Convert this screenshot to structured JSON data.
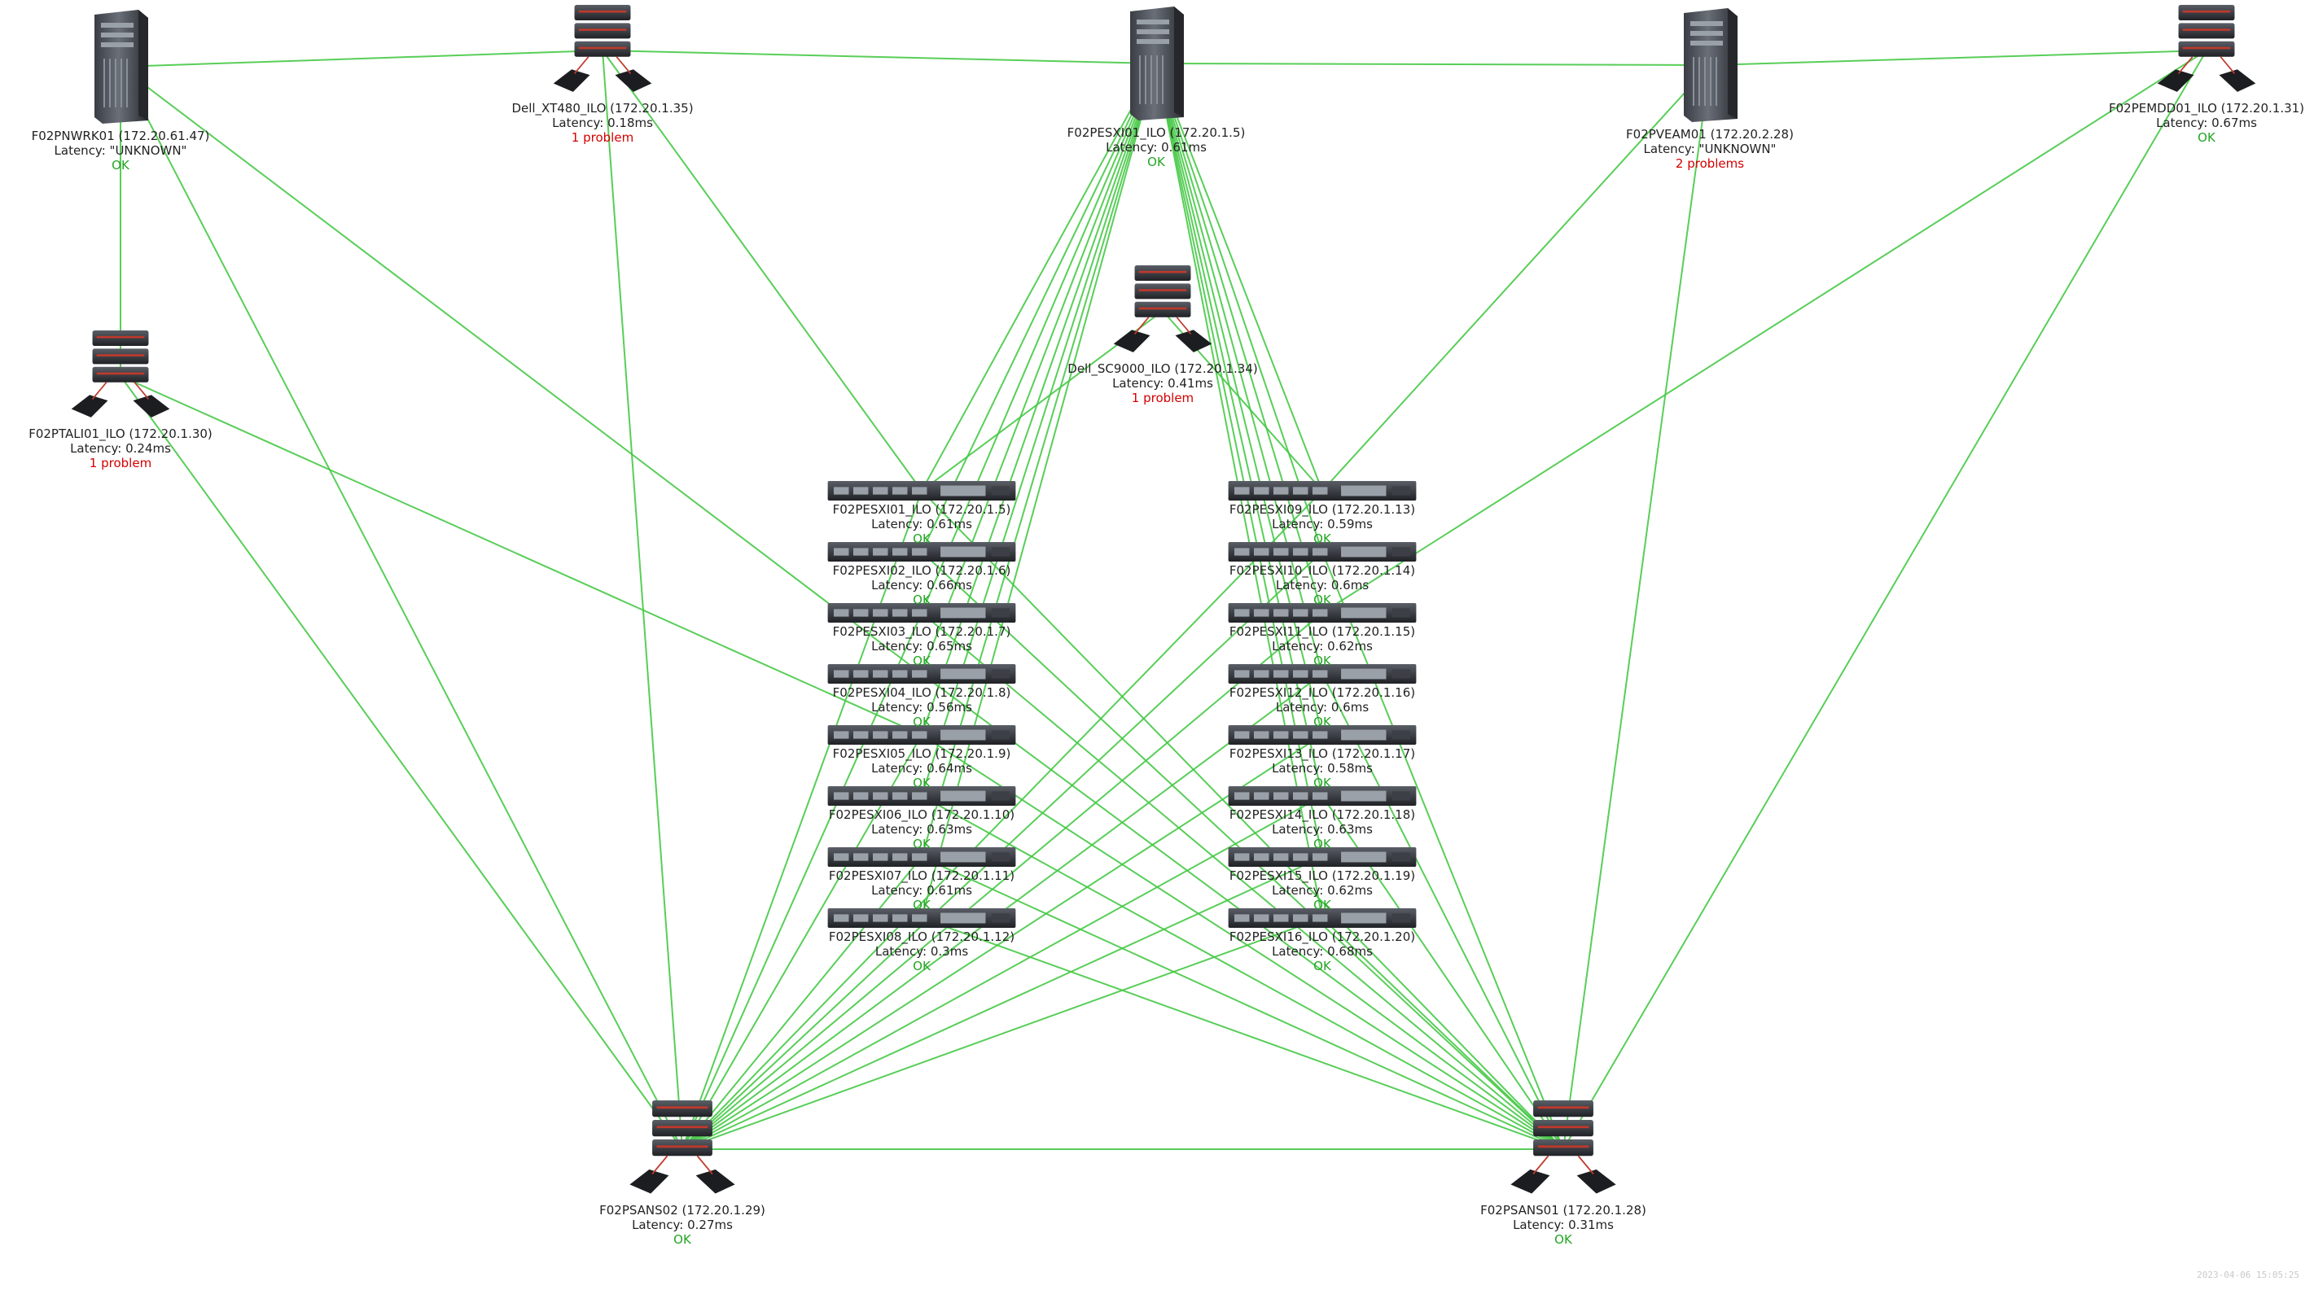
{
  "colors": {
    "link": "#46c946",
    "ok": "#23a523",
    "problem": "#d40000"
  },
  "timestamp": "2023-04-06 15:05:25",
  "nodes": [
    {
      "id": "nwrk",
      "icon": "tower-server-icon",
      "name": "F02PNWRK01 (172.20.61.47)",
      "latency": "Latency: \"UNKNOWN\"",
      "status": "OK",
      "ok": true
    },
    {
      "id": "xt480",
      "icon": "storage-array-icon",
      "name": "Dell_XT480_ILO (172.20.1.35)",
      "latency": "Latency: 0.18ms",
      "status": "1 problem",
      "ok": false
    },
    {
      "id": "esxtop",
      "icon": "tower-server-icon",
      "name": "F02PESXI01_ILO (172.20.1.5)",
      "latency": "Latency: 0.61ms",
      "status": "OK",
      "ok": true
    },
    {
      "id": "veam",
      "icon": "tower-server-icon",
      "name": "F02PVEAM01 (172.20.2.28)",
      "latency": "Latency: \"UNKNOWN\"",
      "status": "2 problems",
      "ok": false
    },
    {
      "id": "emdd",
      "icon": "storage-array-icon",
      "name": "F02PEMDD01_ILO (172.20.1.31)",
      "latency": "Latency: 0.67ms",
      "status": "OK",
      "ok": true
    },
    {
      "id": "tali",
      "icon": "storage-array-icon",
      "name": "F02PTALI01_ILO (172.20.1.30)",
      "latency": "Latency: 0.24ms",
      "status": "1 problem",
      "ok": false
    },
    {
      "id": "sc9000",
      "icon": "storage-array-icon",
      "name": "Dell_SC9000_ILO (172.20.1.34)",
      "latency": "Latency: 0.41ms",
      "status": "1 problem",
      "ok": false
    },
    {
      "id": "sans02",
      "icon": "storage-array-icon",
      "name": "F02PSANS02 (172.20.1.29)",
      "latency": "Latency: 0.27ms",
      "status": "OK",
      "ok": true
    },
    {
      "id": "sans01",
      "icon": "storage-array-icon",
      "name": "F02PSANS01 (172.20.1.28)",
      "latency": "Latency: 0.31ms",
      "status": "OK",
      "ok": true
    }
  ],
  "blades_left": [
    {
      "name": "F02PESXI01_ILO (172.20.1.5)",
      "latency": "Latency: 0.61ms",
      "status": "OK"
    },
    {
      "name": "F02PESXI02_ILO (172.20.1.6)",
      "latency": "Latency: 0.66ms",
      "status": "OK"
    },
    {
      "name": "F02PESXI03_ILO (172.20.1.7)",
      "latency": "Latency: 0.65ms",
      "status": "OK"
    },
    {
      "name": "F02PESXI04_ILO (172.20.1.8)",
      "latency": "Latency: 0.56ms",
      "status": "OK"
    },
    {
      "name": "F02PESXI05_ILO (172.20.1.9)",
      "latency": "Latency: 0.64ms",
      "status": "OK"
    },
    {
      "name": "F02PESXI06_ILO (172.20.1.10)",
      "latency": "Latency: 0.63ms",
      "status": "OK"
    },
    {
      "name": "F02PESXI07_ILO (172.20.1.11)",
      "latency": "Latency: 0.61ms",
      "status": "OK"
    },
    {
      "name": "F02PESXI08_ILO (172.20.1.12)",
      "latency": "Latency: 0.3ms",
      "status": "OK"
    }
  ],
  "blades_right": [
    {
      "name": "F02PESXI09_ILO (172.20.1.13)",
      "latency": "Latency: 0.59ms",
      "status": "OK"
    },
    {
      "name": "F02PESXI10_ILO (172.20.1.14)",
      "latency": "Latency: 0.6ms",
      "status": "OK"
    },
    {
      "name": "F02PESXI11_ILO (172.20.1.15)",
      "latency": "Latency: 0.62ms",
      "status": "OK"
    },
    {
      "name": "F02PESXI12_ILO (172.20.1.16)",
      "latency": "Latency: 0.6ms",
      "status": "OK"
    },
    {
      "name": "F02PESXI13_ILO (172.20.1.17)",
      "latency": "Latency: 0.58ms",
      "status": "OK"
    },
    {
      "name": "F02PESXI14_ILO (172.20.1.18)",
      "latency": "Latency: 0.63ms",
      "status": "OK"
    },
    {
      "name": "F02PESXI15_ILO (172.20.1.19)",
      "latency": "Latency: 0.62ms",
      "status": "OK"
    },
    {
      "name": "F02PESXI16_ILO (172.20.1.20)",
      "latency": "Latency: 0.68ms",
      "status": "OK"
    }
  ],
  "links": [
    [
      "nwrk",
      "xt480"
    ],
    [
      "xt480",
      "esxtop"
    ],
    [
      "esxtop",
      "veam"
    ],
    [
      "veam",
      "emdd"
    ],
    [
      "nwrk",
      "tali"
    ],
    [
      "nwrk",
      "sans02"
    ],
    [
      "nwrk",
      "L3"
    ],
    [
      "xt480",
      "sans02"
    ],
    [
      "xt480",
      "L0"
    ],
    [
      "veam",
      "sans01"
    ],
    [
      "veam",
      "R0"
    ],
    [
      "emdd",
      "sans01"
    ],
    [
      "emdd",
      "R2"
    ],
    [
      "tali",
      "sans02"
    ],
    [
      "tali",
      "L4"
    ],
    [
      "sc9000",
      "L0"
    ],
    [
      "sc9000",
      "R0"
    ],
    [
      "sans02",
      "sans01"
    ],
    [
      "L0",
      "sans01"
    ],
    [
      "L1",
      "sans01"
    ],
    [
      "L2",
      "sans01"
    ],
    [
      "L3",
      "sans01"
    ],
    [
      "L4",
      "sans01"
    ],
    [
      "L5",
      "sans01"
    ],
    [
      "L6",
      "sans01"
    ],
    [
      "L7",
      "sans01"
    ],
    [
      "R0",
      "sans02"
    ],
    [
      "R1",
      "sans02"
    ],
    [
      "R2",
      "sans02"
    ],
    [
      "R3",
      "sans02"
    ],
    [
      "R4",
      "sans02"
    ],
    [
      "R5",
      "sans02"
    ],
    [
      "R6",
      "sans02"
    ],
    [
      "R7",
      "sans02"
    ],
    [
      "L0",
      "sans02"
    ],
    [
      "L2",
      "sans02"
    ],
    [
      "L4",
      "sans02"
    ],
    [
      "L6",
      "sans02"
    ],
    [
      "R1",
      "sans01"
    ],
    [
      "R3",
      "sans01"
    ],
    [
      "R5",
      "sans01"
    ],
    [
      "R7",
      "sans01"
    ],
    [
      "esxtop",
      "L0"
    ],
    [
      "esxtop",
      "L1"
    ],
    [
      "esxtop",
      "L2"
    ],
    [
      "esxtop",
      "L3"
    ],
    [
      "esxtop",
      "L4"
    ],
    [
      "esxtop",
      "L5"
    ],
    [
      "esxtop",
      "L6"
    ],
    [
      "esxtop",
      "L7"
    ],
    [
      "esxtop",
      "R0"
    ],
    [
      "esxtop",
      "R1"
    ],
    [
      "esxtop",
      "R2"
    ],
    [
      "esxtop",
      "R3"
    ],
    [
      "esxtop",
      "R4"
    ],
    [
      "esxtop",
      "R5"
    ],
    [
      "esxtop",
      "R6"
    ],
    [
      "esxtop",
      "R7"
    ]
  ]
}
